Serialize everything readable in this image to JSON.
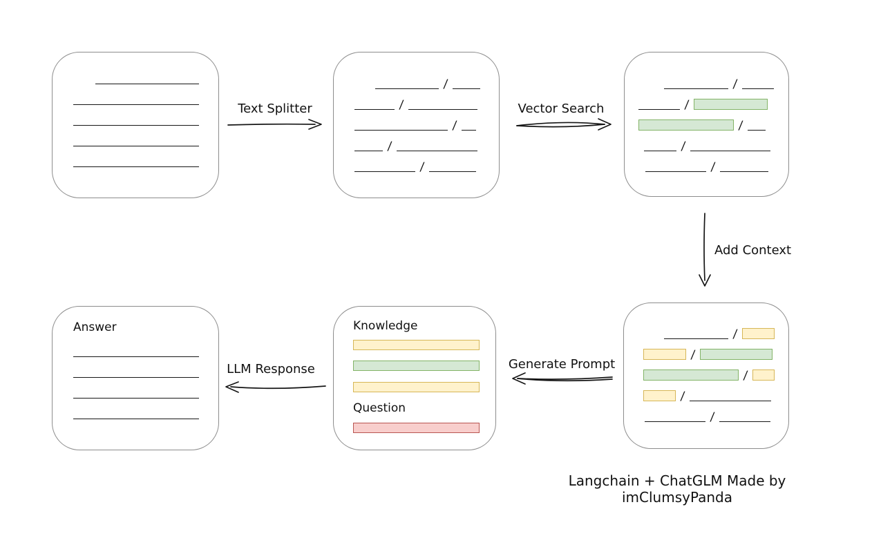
{
  "palette": {
    "box_border": "#8c8c8c",
    "line_color": "#151515",
    "green_fill": "#d5e8d4",
    "green_border": "#82b366",
    "yellow_fill": "#fff2cc",
    "yellow_border": "#d6b656",
    "red_fill": "#f8cecc",
    "red_border": "#b85450"
  },
  "labels": {
    "text_splitter": "Text Splitter",
    "vector_search": "Vector Search",
    "add_context": "Add Context",
    "generate_prompt": "Generate Prompt",
    "llm_response": "LLM Response",
    "knowledge": "Knowledge",
    "question": "Question",
    "answer": "Answer",
    "caption": "Langchain + ChatGLM Made by imClumsyPanda"
  },
  "boxes": {
    "document": {
      "rows": [
        {
          "indent": 62,
          "segments": [
            {
              "type": "line",
              "w": 150
            }
          ]
        },
        {
          "indent": 30,
          "segments": [
            {
              "type": "line",
              "w": 182
            }
          ]
        },
        {
          "indent": 30,
          "segments": [
            {
              "type": "line",
              "w": 182
            }
          ]
        },
        {
          "indent": 30,
          "segments": [
            {
              "type": "line",
              "w": 182
            }
          ]
        },
        {
          "indent": 30,
          "segments": [
            {
              "type": "line",
              "w": 182
            }
          ]
        }
      ]
    },
    "chunks": {
      "rows": [
        {
          "indent": 60,
          "segments": [
            {
              "type": "line",
              "w": 92
            },
            {
              "type": "slash"
            },
            {
              "type": "line",
              "w": 40
            }
          ]
        },
        {
          "indent": 30,
          "segments": [
            {
              "type": "line",
              "w": 58
            },
            {
              "type": "slash"
            },
            {
              "type": "line",
              "w": 100
            }
          ]
        },
        {
          "indent": 30,
          "segments": [
            {
              "type": "line",
              "w": 135
            },
            {
              "type": "slash"
            },
            {
              "type": "line",
              "w": 21
            }
          ]
        },
        {
          "indent": 30,
          "segments": [
            {
              "type": "line",
              "w": 41
            },
            {
              "type": "slash"
            },
            {
              "type": "line",
              "w": 117
            }
          ]
        },
        {
          "indent": 30,
          "segments": [
            {
              "type": "line",
              "w": 88
            },
            {
              "type": "slash"
            },
            {
              "type": "line",
              "w": 68
            }
          ]
        }
      ]
    },
    "retrieved": {
      "rows": [
        {
          "indent": 57,
          "segments": [
            {
              "type": "line",
              "w": 93
            },
            {
              "type": "slash"
            },
            {
              "type": "line",
              "w": 46
            }
          ]
        },
        {
          "indent": 20,
          "segments": [
            {
              "type": "line",
              "w": 60
            },
            {
              "type": "slash"
            },
            {
              "type": "green",
              "w": 107
            }
          ]
        },
        {
          "indent": 20,
          "segments": [
            {
              "type": "green",
              "w": 138
            },
            {
              "type": "slash"
            },
            {
              "type": "line",
              "w": 26
            }
          ]
        },
        {
          "indent": 28,
          "segments": [
            {
              "type": "line",
              "w": 47
            },
            {
              "type": "slash"
            },
            {
              "type": "line",
              "w": 116
            }
          ]
        },
        {
          "indent": 30,
          "segments": [
            {
              "type": "line",
              "w": 88
            },
            {
              "type": "slash"
            },
            {
              "type": "line",
              "w": 70
            }
          ]
        }
      ]
    },
    "context": {
      "rows": [
        {
          "indent": 58,
          "segments": [
            {
              "type": "line",
              "w": 93
            },
            {
              "type": "slash"
            },
            {
              "type": "yellow",
              "w": 47
            }
          ]
        },
        {
          "indent": 28,
          "segments": [
            {
              "type": "yellow",
              "w": 62
            },
            {
              "type": "slash"
            },
            {
              "type": "green",
              "w": 105
            }
          ]
        },
        {
          "indent": 28,
          "segments": [
            {
              "type": "green",
              "w": 138
            },
            {
              "type": "slash"
            },
            {
              "type": "yellow",
              "w": 32
            }
          ]
        },
        {
          "indent": 28,
          "segments": [
            {
              "type": "yellow",
              "w": 47
            },
            {
              "type": "slash"
            },
            {
              "type": "line",
              "w": 118
            }
          ]
        },
        {
          "indent": 30,
          "segments": [
            {
              "type": "line",
              "w": 88
            },
            {
              "type": "slash"
            },
            {
              "type": "line",
              "w": 74
            }
          ]
        }
      ]
    },
    "answer": {
      "rows": [
        {
          "indent": 30,
          "segments": [
            {
              "type": "line",
              "w": 182
            }
          ]
        },
        {
          "indent": 30,
          "segments": [
            {
              "type": "line",
              "w": 182
            }
          ]
        },
        {
          "indent": 30,
          "segments": [
            {
              "type": "line",
              "w": 182
            }
          ]
        },
        {
          "indent": 30,
          "segments": [
            {
              "type": "line",
              "w": 182
            }
          ]
        }
      ]
    }
  }
}
